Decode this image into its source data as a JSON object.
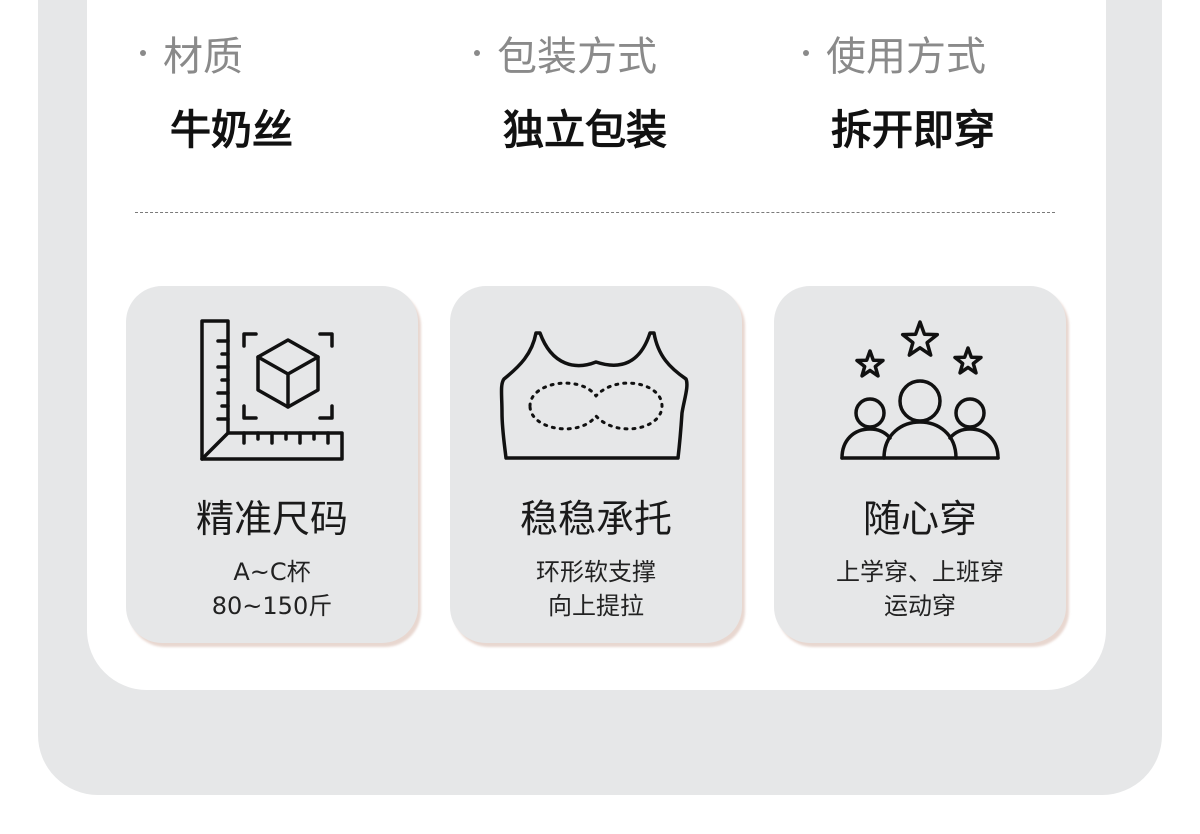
{
  "specs": [
    {
      "label": "材质",
      "value": "牛奶丝"
    },
    {
      "label": "包装方式",
      "value": "独立包装"
    },
    {
      "label": "使用方式",
      "value": "拆开即穿"
    }
  ],
  "features": [
    {
      "icon": "ruler-cube-icon",
      "title": "精准尺码",
      "lines": [
        "A~C杯",
        "80~150斤"
      ]
    },
    {
      "icon": "bra-icon",
      "title": "稳稳承托",
      "lines": [
        "环形软支撑",
        "向上提拉"
      ]
    },
    {
      "icon": "people-stars-icon",
      "title": "随心穿",
      "lines": [
        "上学穿、上班穿",
        "运动穿"
      ]
    }
  ],
  "colors": {
    "panel": "#e6e7e8",
    "card": "#ffffff",
    "label": "#8a8a8a",
    "text": "#111111"
  }
}
